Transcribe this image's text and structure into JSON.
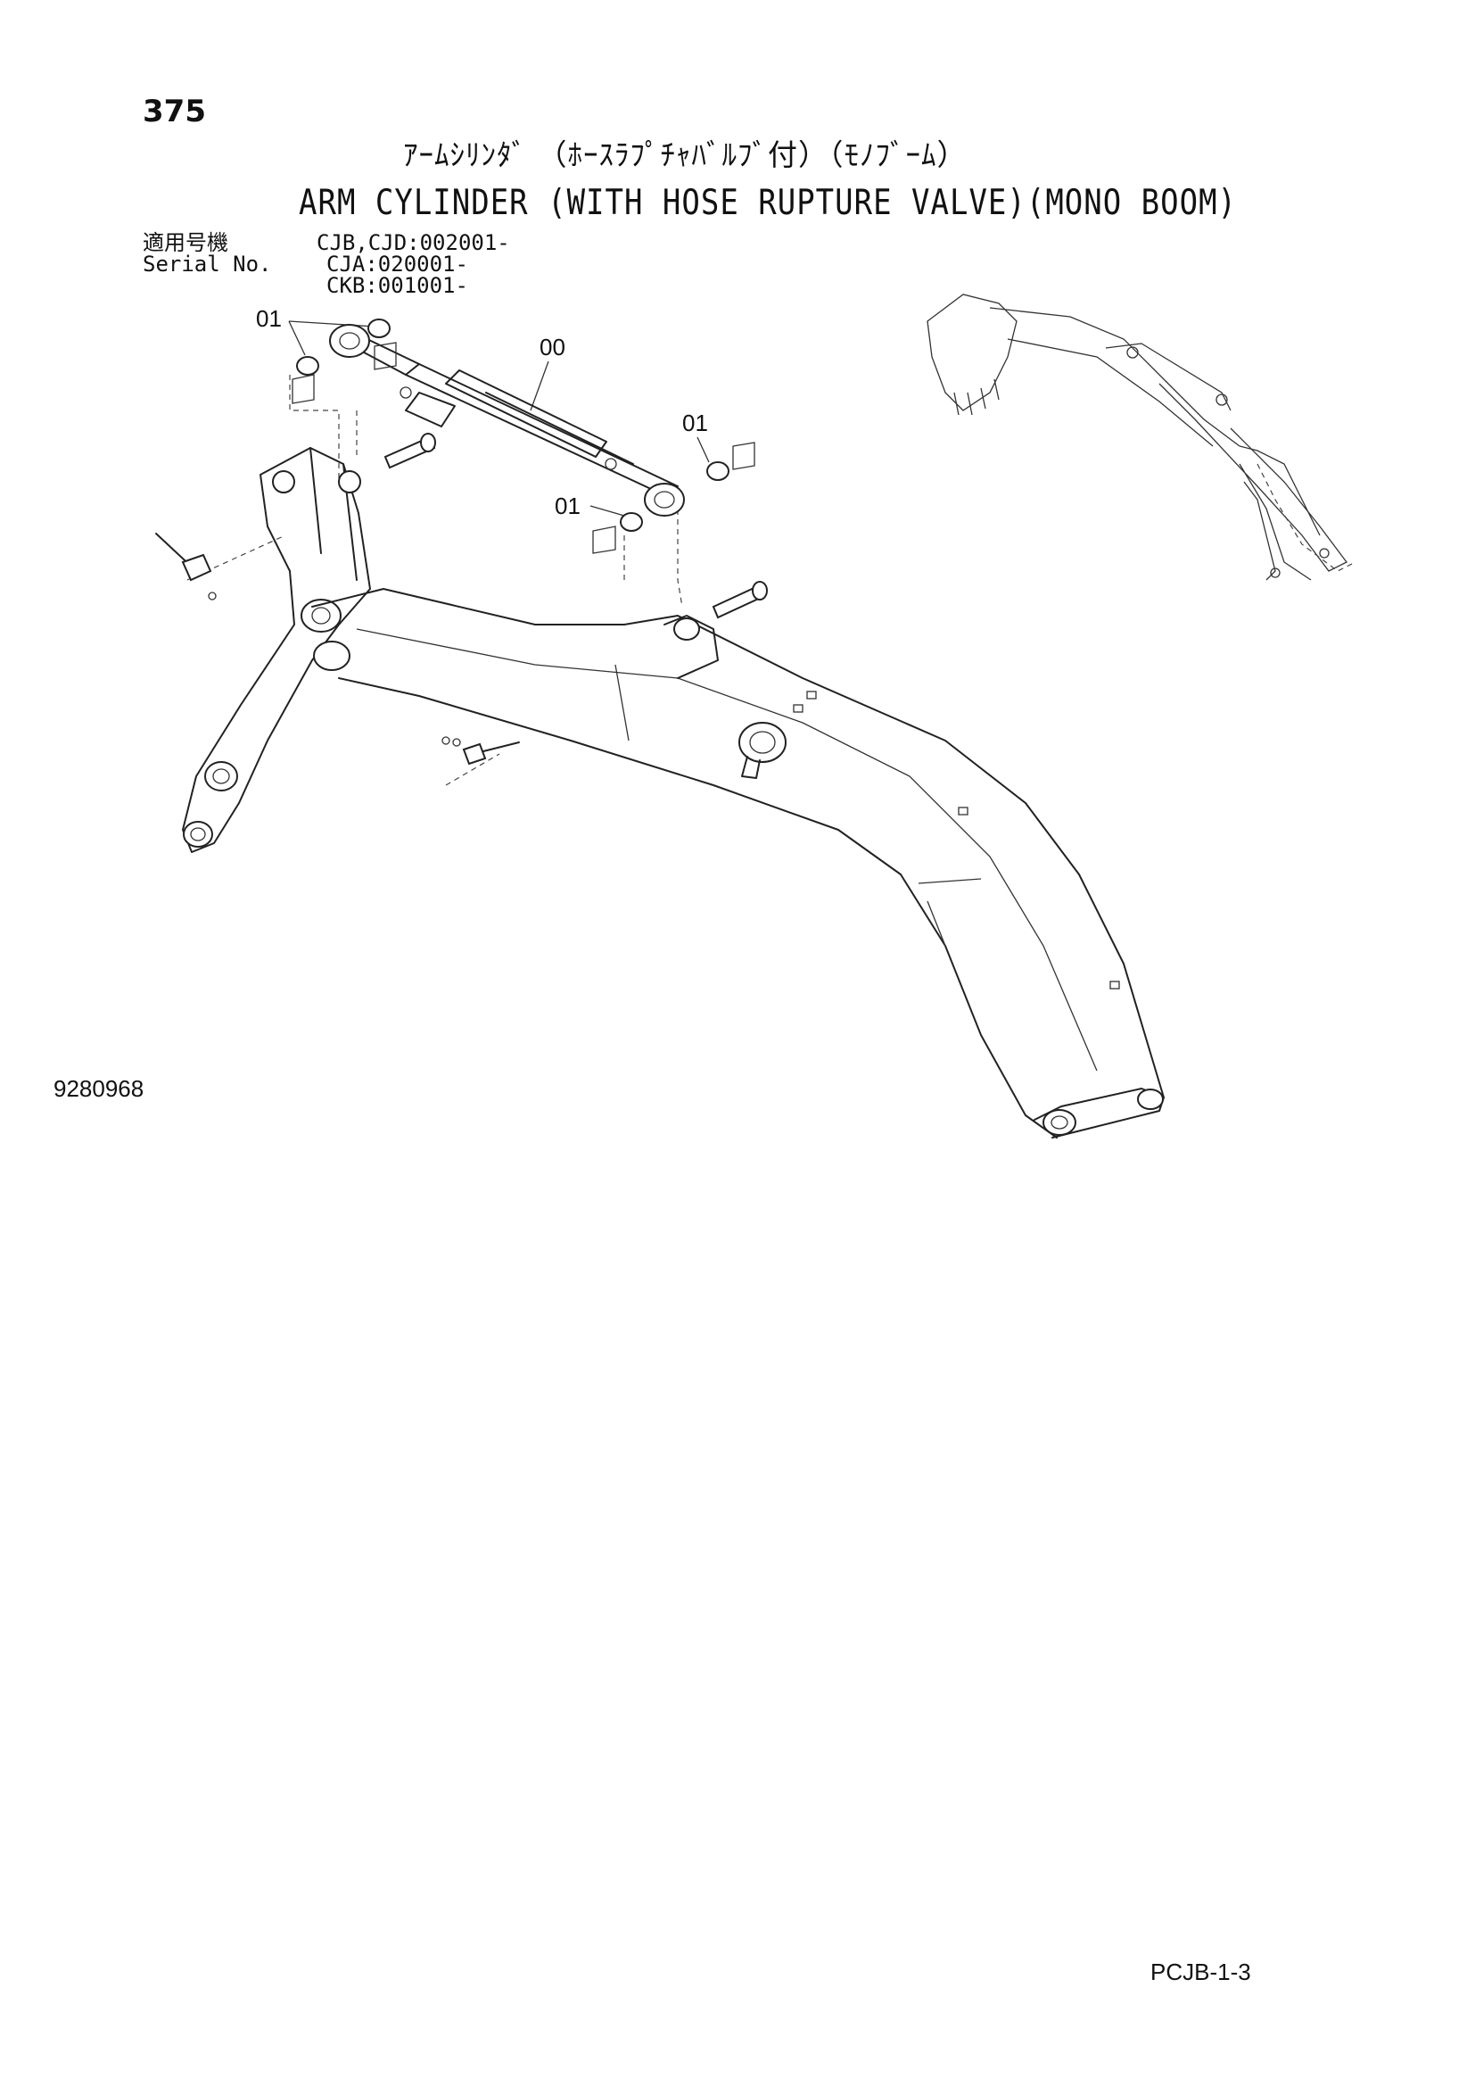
{
  "header": {
    "page_number": "375",
    "title_jp": "ｱｰﾑｼﾘﾝﾀﾞ （ﾎｰｽﾗﾌﾟﾁｬﾊﾞﾙﾌﾞ付）（ﾓﾉﾌﾞｰﾑ）",
    "title_en": "ARM CYLINDER (WITH HOSE RUPTURE VALVE)(MONO BOOM)"
  },
  "serial": {
    "label_jp": "適用号機",
    "label_en": "Serial No.",
    "ranges": [
      "CJB,CJD:002001-",
      "CJA:020001-",
      "CKB:001001-"
    ]
  },
  "callouts": [
    "01",
    "00",
    "01",
    "01"
  ],
  "footer": {
    "drawing_number": "9280968",
    "page_code": "PCJB-1-3"
  }
}
